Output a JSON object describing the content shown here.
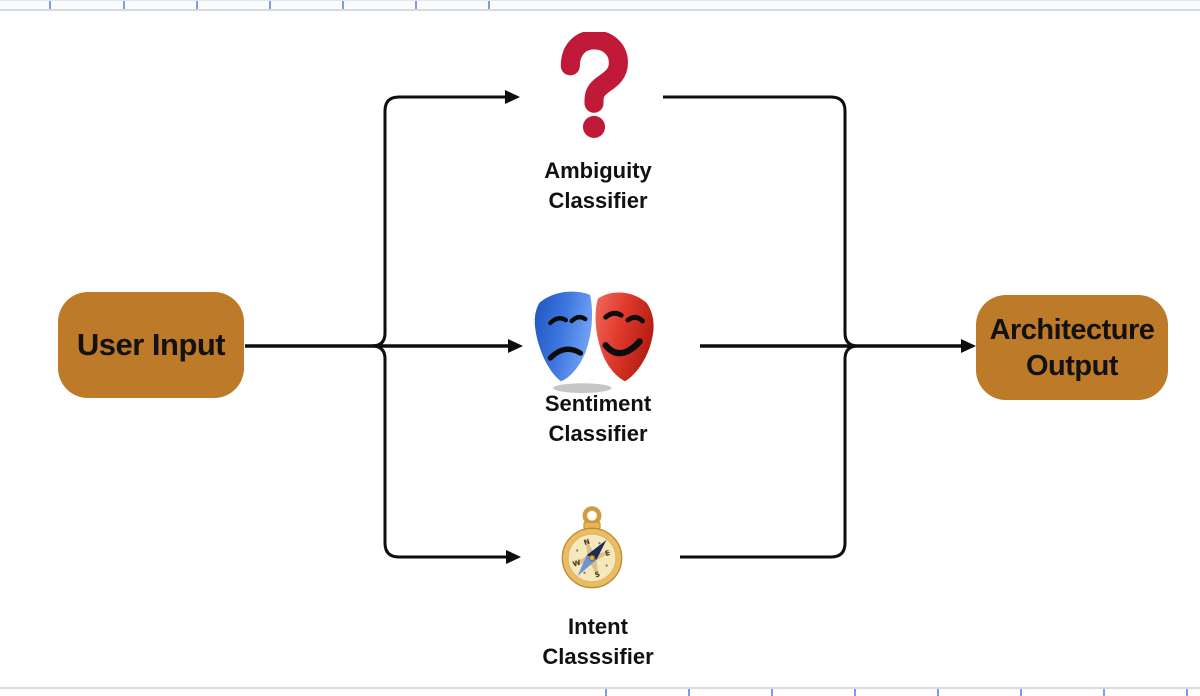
{
  "diagram": {
    "input_node": {
      "label": "User Input"
    },
    "output_node": {
      "label": "Architecture\nOutput"
    },
    "classifiers": [
      {
        "name": "ambiguity",
        "icon": "question-mark-icon",
        "label": "Ambiguity\nClassifier"
      },
      {
        "name": "sentiment",
        "icon": "theater-masks-icon",
        "label": "Sentiment\nClassifier"
      },
      {
        "name": "intent",
        "icon": "compass-icon",
        "label": "Intent\nClasssifier"
      }
    ],
    "colors": {
      "node_fill": "#bd7a29",
      "text": "#121212",
      "arrow": "#0e0e0e",
      "question_mark_red": "#c11a38",
      "mask_blue": "#2d66d5",
      "mask_red": "#d92f23",
      "compass_gold": "#e9bd66",
      "compass_face": "#f6e8bd",
      "needle_blue": "#6c94d8",
      "cell_border_blue": "#7f9ae6",
      "gridline_gray": "#d7dae0"
    }
  }
}
